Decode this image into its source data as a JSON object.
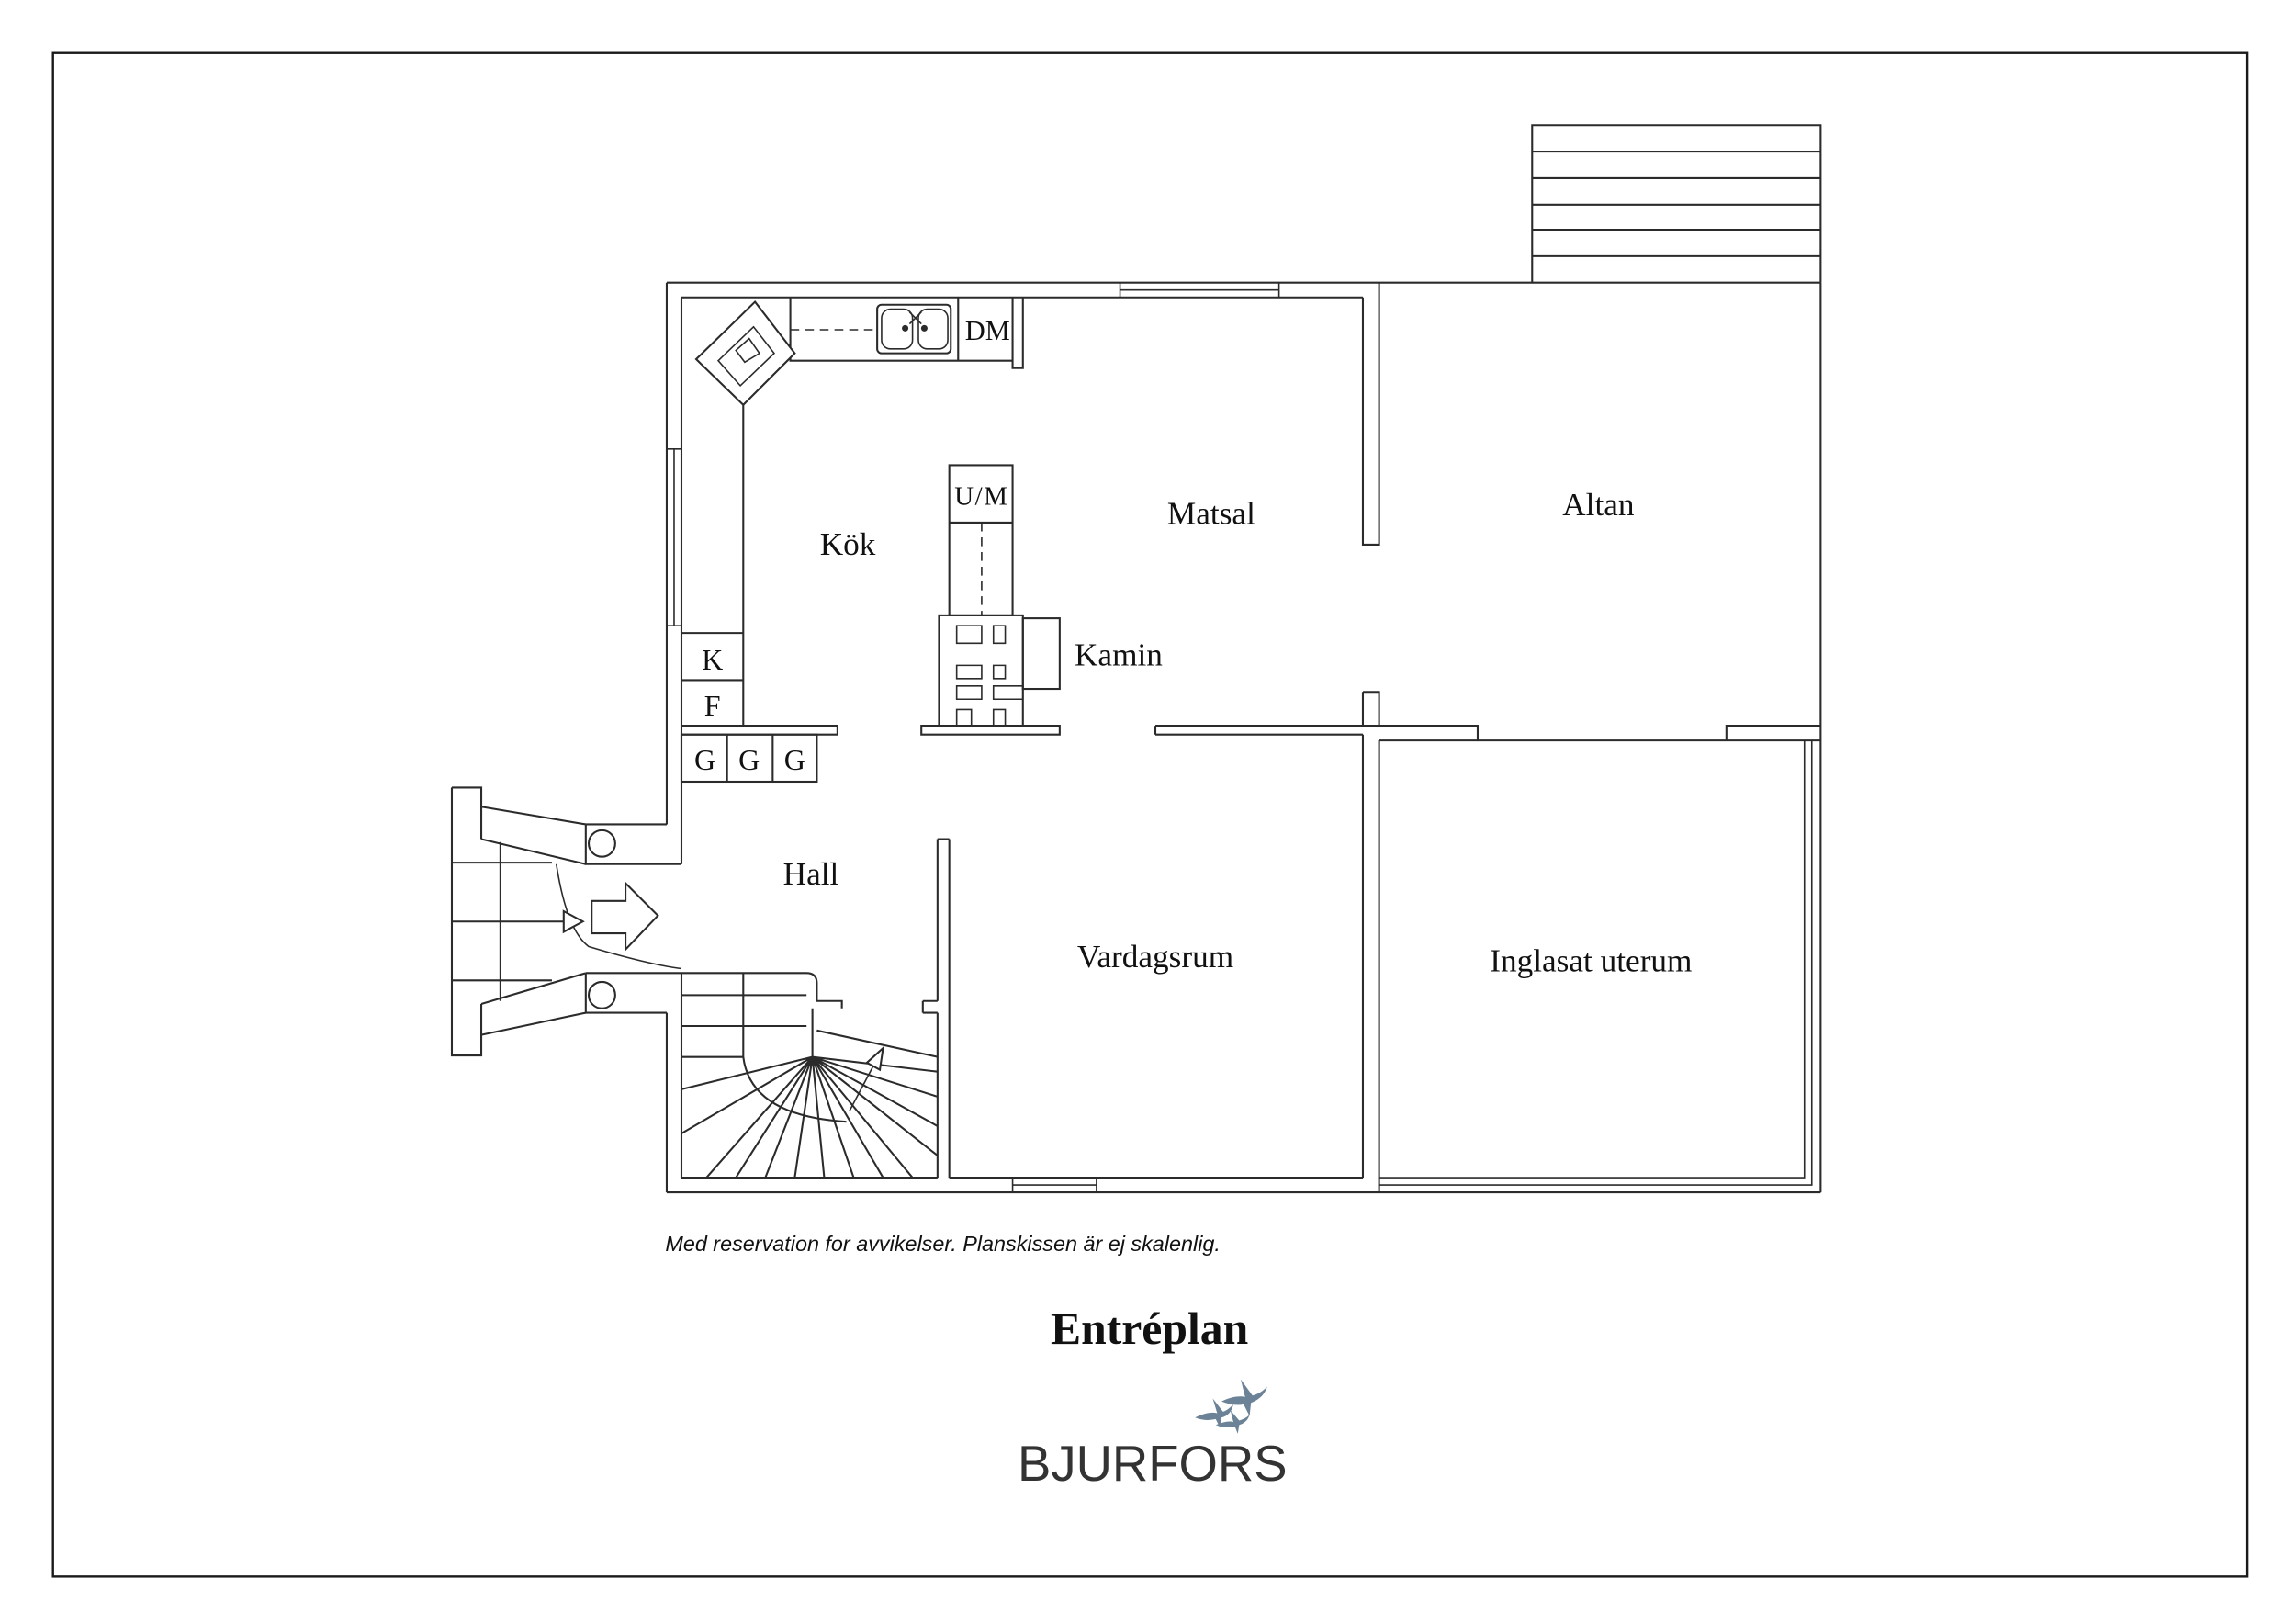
{
  "plan": {
    "title": "Entréplan",
    "disclaimer": "Med reservation for avvikelser. Planskissen är ej skalenlig.",
    "rooms": [
      {
        "name": "Kök"
      },
      {
        "name": "Matsal"
      },
      {
        "name": "Altan"
      },
      {
        "name": "Hall"
      },
      {
        "name": "Vardagsrum"
      },
      {
        "name": "Inglasat uterum"
      }
    ],
    "fixtures": {
      "fireplace": "Kamin",
      "dishwasher": "DM",
      "oven_microwave": "U/M",
      "fridge": "K",
      "freezer": "F",
      "wardrobes": [
        "G",
        "G",
        "G"
      ]
    }
  },
  "brand": {
    "name": "BJURFORS",
    "icon": "birds-icon",
    "color": "#6b8297"
  },
  "colors": {
    "line": "#2b2b2b",
    "text": "#111111",
    "background": "#ffffff"
  }
}
